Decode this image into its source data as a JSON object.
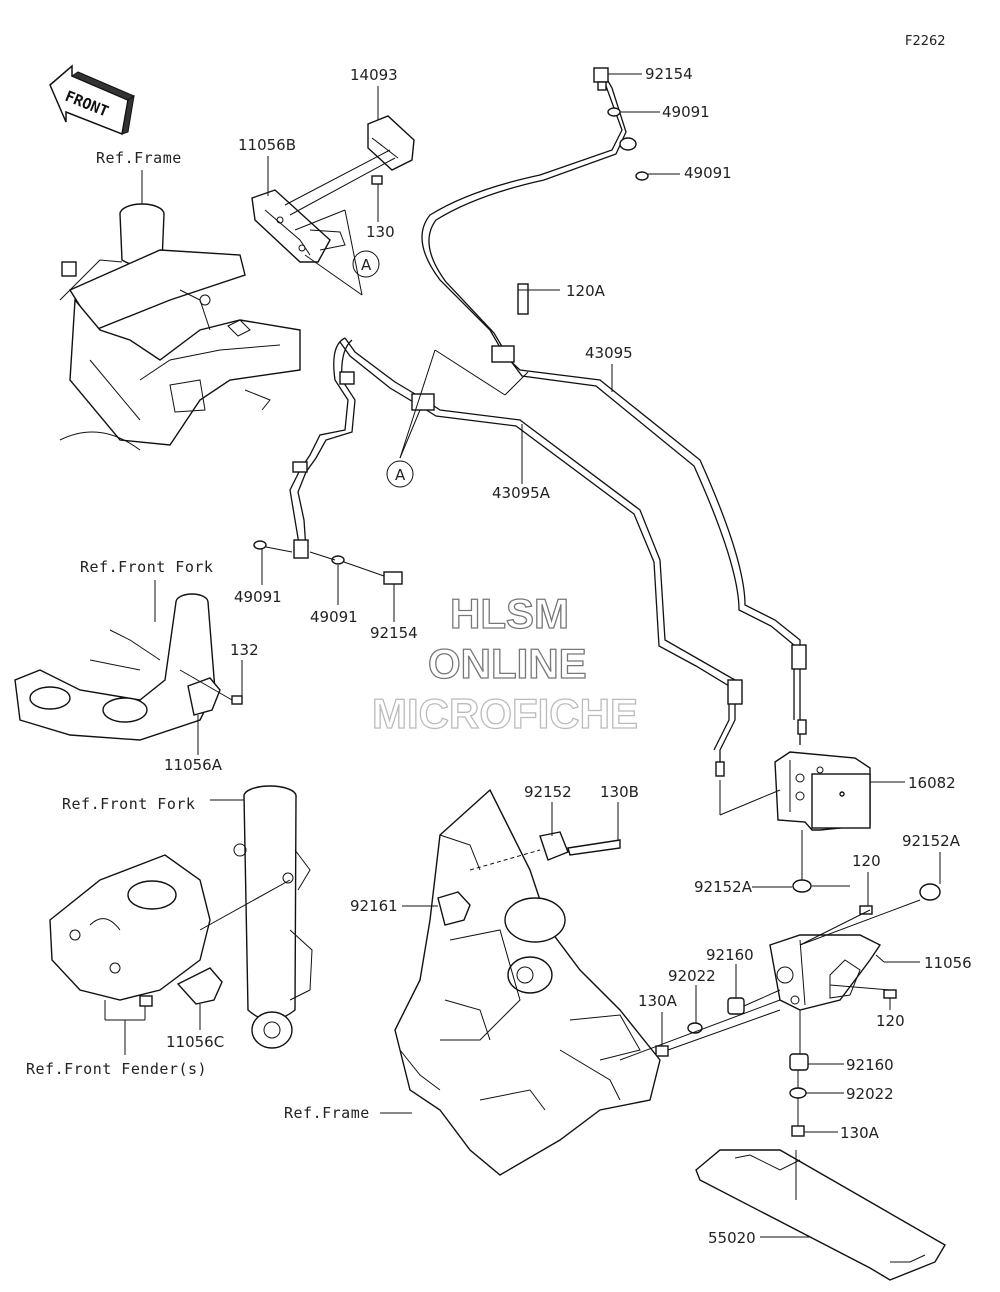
{
  "figure_code": "F2262",
  "front_arrow": "FRONT",
  "watermark": [
    "HLSM",
    "ONLINE",
    "MICROFICHE"
  ],
  "refs": {
    "frame_top": "Ref.Frame",
    "front_fork_top": "Ref.Front Fork",
    "front_fork_bottom": "Ref.Front Fork",
    "front_fender": "Ref.Front Fender(s)",
    "frame_bottom": "Ref.Frame"
  },
  "callout": "A",
  "parts": {
    "p14093": "14093",
    "p11056B": "11056B",
    "p130_top": "130",
    "p92154_top": "92154",
    "p49091_a": "49091",
    "p49091_b": "49091",
    "p120A": "120A",
    "p43095": "43095",
    "p43095A": "43095A",
    "p49091_c": "49091",
    "p49091_d": "49091",
    "p92154_mid": "92154",
    "p132": "132",
    "p11056A": "11056A",
    "p11056C": "11056C",
    "p16082": "16082",
    "p92152": "92152",
    "p130B": "130B",
    "p92161": "92161",
    "p120_a": "120",
    "p92152A_a": "92152A",
    "p92152A_b": "92152A",
    "p11056": "11056",
    "p92160_a": "92160",
    "p92022_a": "92022",
    "p130A_a": "130A",
    "p120_b": "120",
    "p92160_b": "92160",
    "p92022_b": "92022",
    "p130A_b": "130A",
    "p55020": "55020"
  }
}
